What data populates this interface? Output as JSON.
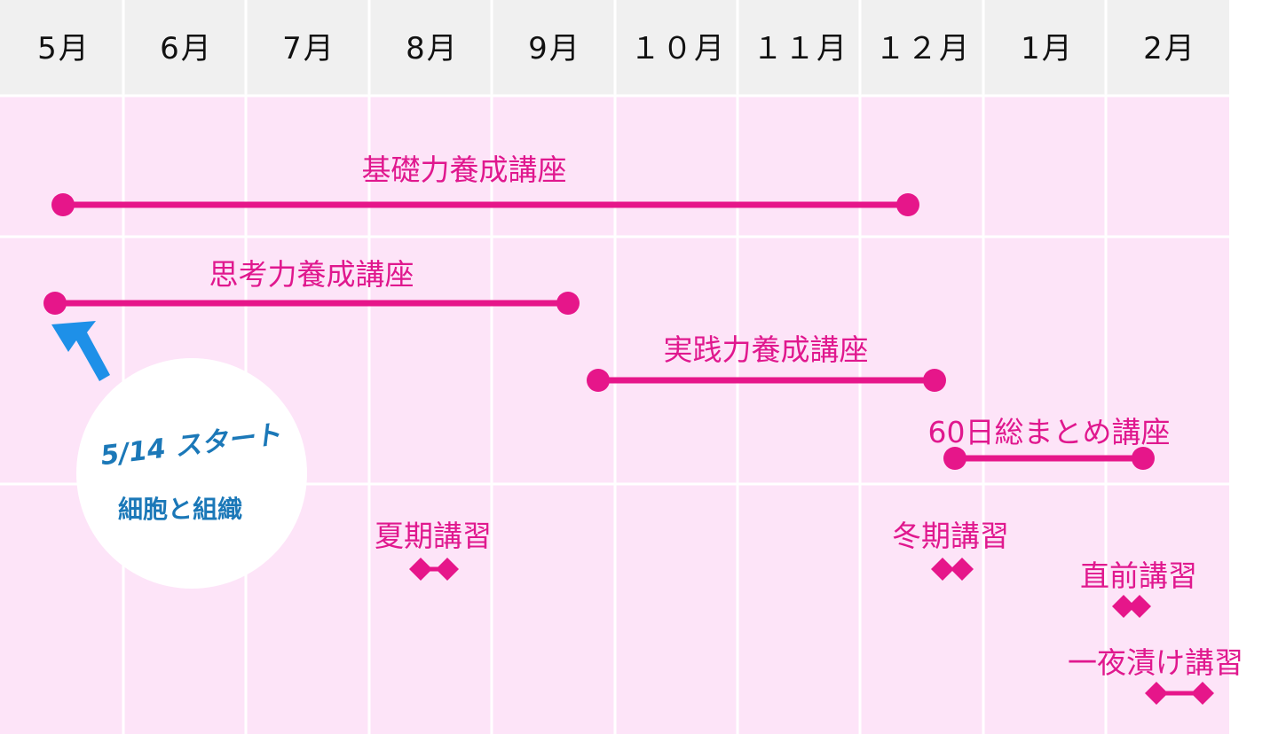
{
  "months": [
    "5月",
    "6月",
    "7月",
    "8月",
    "9月",
    "１０月",
    "１１月",
    "１２月",
    "1月",
    "2月"
  ],
  "colors": {
    "header_bg": "#f0f0f0",
    "body_bg": "#fde4f8",
    "grid": "#ffffff",
    "accent": "#e6168a",
    "start_text": "#1b78b8",
    "arrow": "#1e90e8"
  },
  "courses": [
    {
      "label": "基礎力養成講座"
    },
    {
      "label": "思考力養成講座"
    },
    {
      "label": "実践力養成講座"
    },
    {
      "label": "60日総まとめ講座"
    }
  ],
  "sessions": [
    {
      "label": "夏期講習"
    },
    {
      "label": "冬期講習"
    },
    {
      "label": "直前講習"
    },
    {
      "label": "一夜漬け講習"
    }
  ],
  "start_callout": {
    "title": "5/14 スタート",
    "subtitle": "細胞と組織",
    "arrow_icon": "up-left-arrow-icon"
  }
}
